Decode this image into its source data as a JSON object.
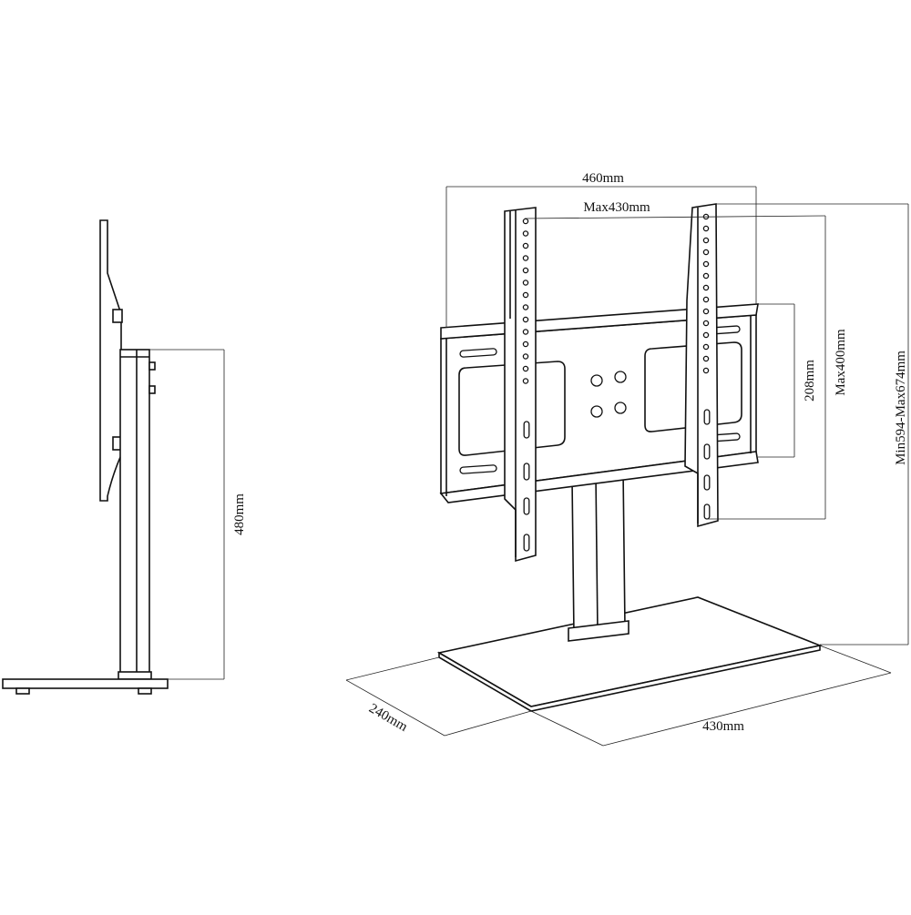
{
  "dimensions": {
    "side_height": "480mm",
    "total_width": "460mm",
    "max_hole_spacing": "Max430mm",
    "plate_height": "208mm",
    "max_vertical": "Max400mm",
    "height_range": "Min594-Max674mm",
    "base_depth": "240mm",
    "base_width": "430mm"
  }
}
